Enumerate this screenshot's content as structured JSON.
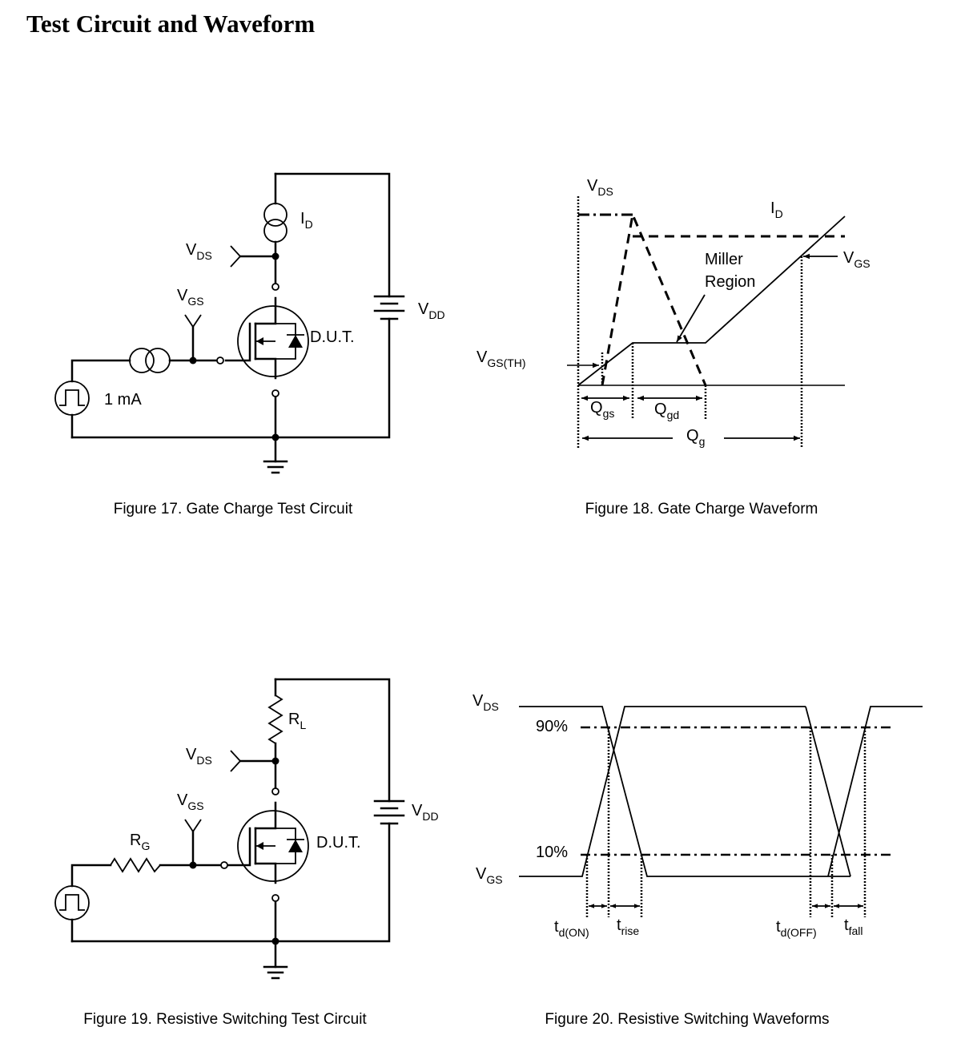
{
  "page": {
    "title": "Test Circuit and Waveform"
  },
  "fig17": {
    "caption": "Figure 17. Gate Charge Test Circuit",
    "id": {
      "main": "I",
      "sub": "D"
    },
    "vds": {
      "main": "V",
      "sub": "DS"
    },
    "vgs": {
      "main": "V",
      "sub": "GS"
    },
    "vdd": {
      "main": "V",
      "sub": "DD"
    },
    "dut": "D.U.T.",
    "source_current": "1 mA"
  },
  "fig18": {
    "caption": "Figure 18. Gate Charge Waveform",
    "vds": {
      "main": "V",
      "sub": "DS"
    },
    "id": {
      "main": "I",
      "sub": "D"
    },
    "vgs": {
      "main": "V",
      "sub": "GS"
    },
    "vgs_th": {
      "main": "V",
      "sub": "GS(TH)"
    },
    "miller_line1": "Miller",
    "miller_line2": "Region",
    "qgs": {
      "main": "Q",
      "sub": "gs"
    },
    "qgd": {
      "main": "Q",
      "sub": "gd"
    },
    "qg": {
      "main": "Q",
      "sub": "g"
    }
  },
  "fig19": {
    "caption": "Figure 19. Resistive Switching Test Circuit",
    "rl": {
      "main": "R",
      "sub": "L"
    },
    "vds": {
      "main": "V",
      "sub": "DS"
    },
    "vgs": {
      "main": "V",
      "sub": "GS"
    },
    "vdd": {
      "main": "V",
      "sub": "DD"
    },
    "rg": {
      "main": "R",
      "sub": "G"
    },
    "dut": "D.U.T."
  },
  "fig20": {
    "caption": "Figure 20. Resistive Switching Waveforms",
    "vds": {
      "main": "V",
      "sub": "DS"
    },
    "vgs": {
      "main": "V",
      "sub": "GS"
    },
    "p90": "90%",
    "p10": "10%",
    "tdon": {
      "main": "t",
      "sub": "d(ON)"
    },
    "trise": {
      "main": "t",
      "sub": "rise"
    },
    "tdoff": {
      "main": "t",
      "sub": "d(OFF)"
    },
    "tfall": {
      "main": "t",
      "sub": "fall"
    }
  }
}
